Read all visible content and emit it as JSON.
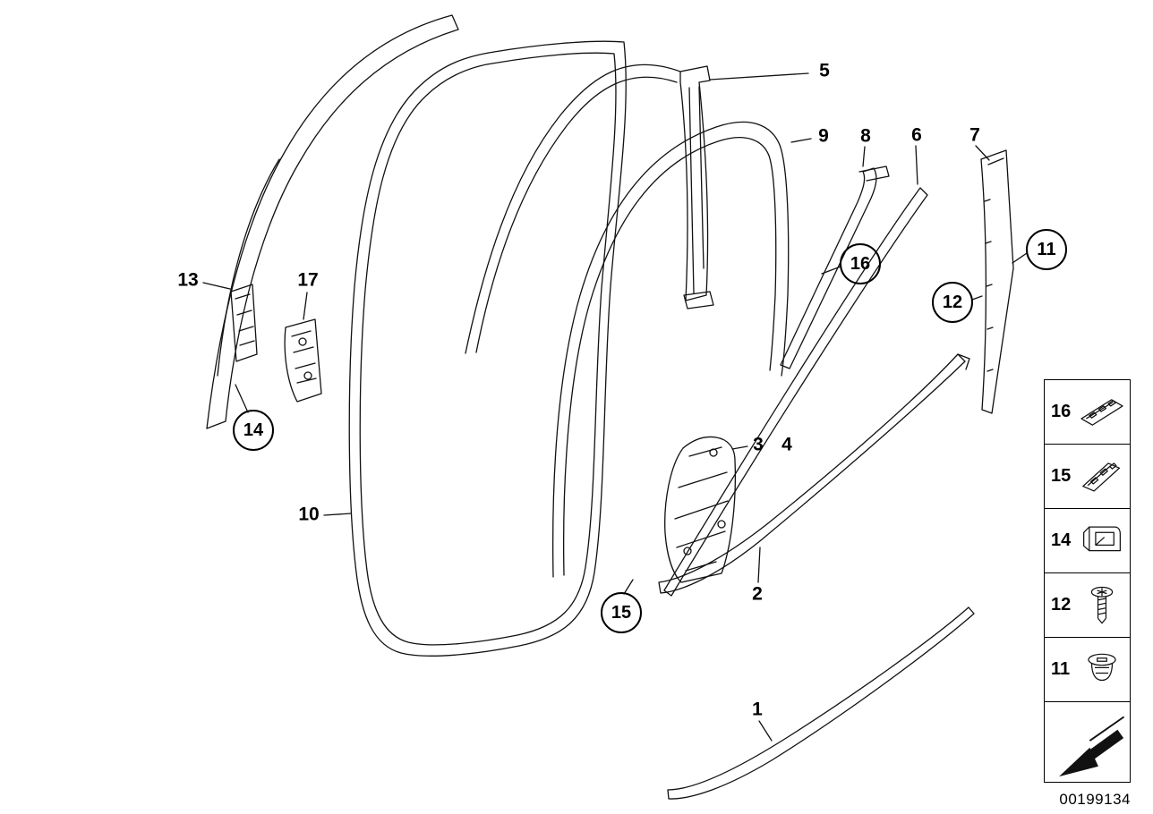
{
  "callouts": {
    "c1": {
      "label": "1"
    },
    "c2": {
      "label": "2"
    },
    "c3": {
      "label": "3"
    },
    "c4": {
      "label": "4"
    },
    "c5": {
      "label": "5"
    },
    "c6": {
      "label": "6"
    },
    "c7": {
      "label": "7"
    },
    "c8": {
      "label": "8"
    },
    "c9": {
      "label": "9"
    },
    "c10": {
      "label": "10"
    },
    "c13": {
      "label": "13"
    },
    "c17": {
      "label": "17"
    },
    "b11": {
      "label": "11"
    },
    "b12": {
      "label": "12"
    },
    "b14": {
      "label": "14"
    },
    "b15": {
      "label": "15"
    },
    "b16": {
      "label": "16"
    }
  },
  "sidebar": {
    "items": [
      {
        "label": "16",
        "icon": "clip-rail-icon"
      },
      {
        "label": "15",
        "icon": "clip-rail-icon"
      },
      {
        "label": "14",
        "icon": "cage-clip-icon"
      },
      {
        "label": "12",
        "icon": "screw-icon"
      },
      {
        "label": "11",
        "icon": "expanding-rivet-icon"
      }
    ]
  },
  "footer": {
    "doc_number": "00199134"
  },
  "colors": {
    "line": "#111111",
    "background": "#ffffff"
  }
}
